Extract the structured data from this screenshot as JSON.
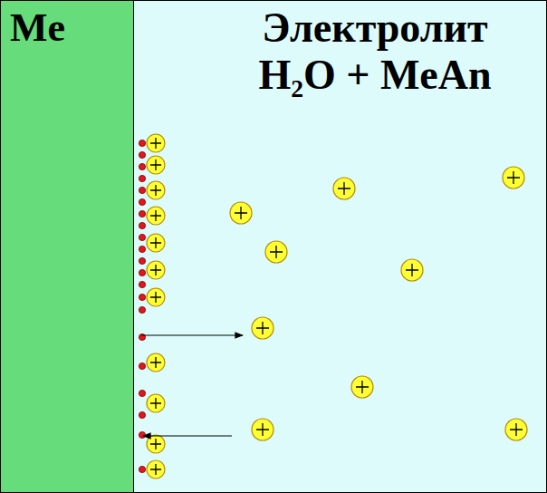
{
  "diagram": {
    "nodes": [
      {
        "text": [
          "Me"
        ]
      },
      {
        "text": [
          "Электролит",
          "H₂O + MeAn"
        ]
      }
    ]
  }
}
